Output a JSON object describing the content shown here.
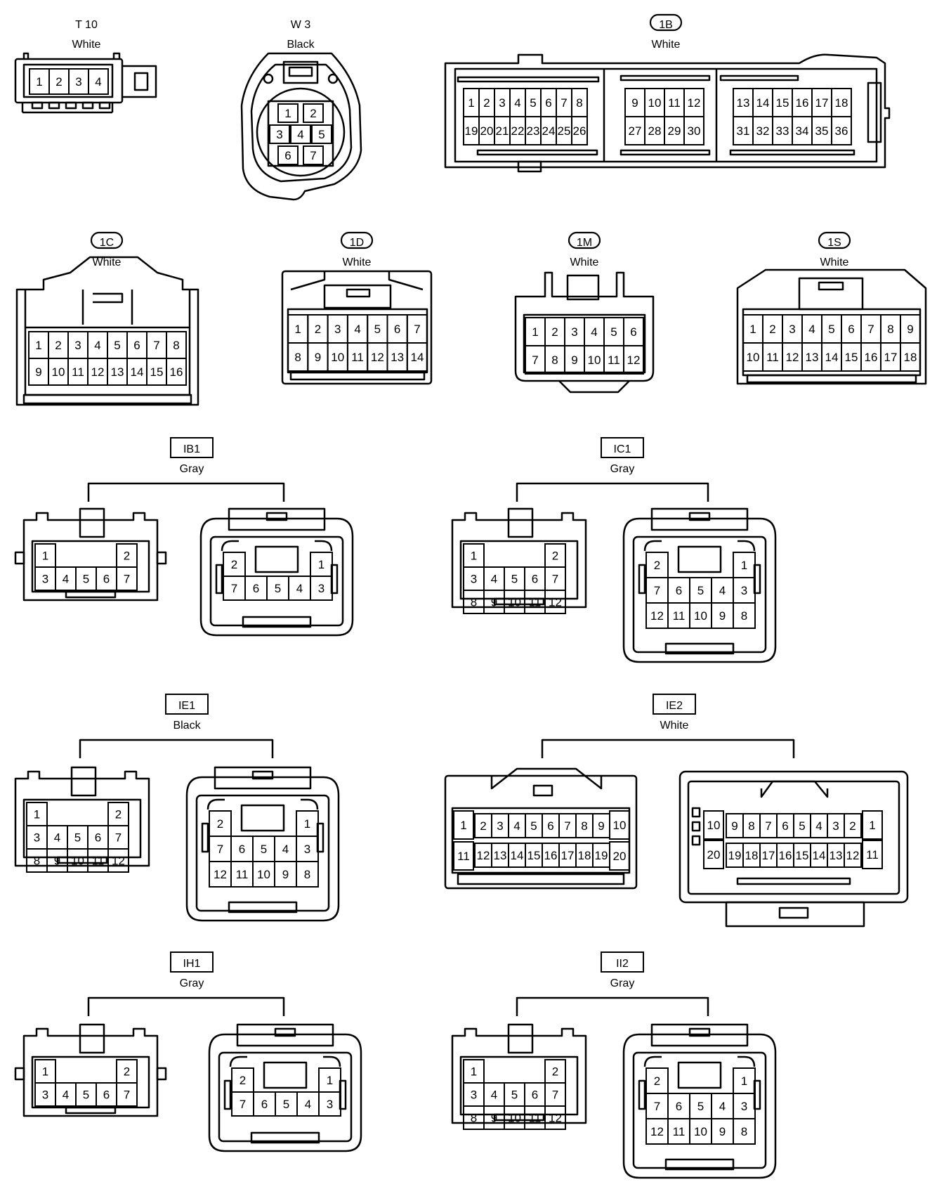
{
  "connectors": [
    {
      "id": "t10",
      "code": "T 10",
      "code_style": "plain",
      "color": "White",
      "rows": [
        [
          "1",
          "2",
          "3",
          "4"
        ]
      ]
    },
    {
      "id": "w3",
      "code": "W 3",
      "code_style": "plain",
      "color": "Black",
      "rows": [
        [
          "1",
          "2"
        ],
        [
          "3",
          "4",
          "5"
        ],
        [
          "6",
          "7"
        ]
      ]
    },
    {
      "id": "1b",
      "code": "1B",
      "code_style": "pill",
      "color": "White",
      "groups": [
        [
          [
            "1",
            "2",
            "3",
            "4",
            "5",
            "6",
            "7",
            "8"
          ],
          [
            "19",
            "20",
            "21",
            "22",
            "23",
            "24",
            "25",
            "26"
          ]
        ],
        [
          [
            "9",
            "10",
            "11",
            "12"
          ],
          [
            "27",
            "28",
            "29",
            "30"
          ]
        ],
        [
          [
            "13",
            "14",
            "15",
            "16",
            "17",
            "18"
          ],
          [
            "31",
            "32",
            "33",
            "34",
            "35",
            "36"
          ]
        ]
      ]
    },
    {
      "id": "1c",
      "code": "1C",
      "code_style": "pill",
      "color": "White",
      "rows": [
        [
          "1",
          "2",
          "3",
          "4",
          "5",
          "6",
          "7",
          "8"
        ],
        [
          "9",
          "10",
          "11",
          "12",
          "13",
          "14",
          "15",
          "16"
        ]
      ]
    },
    {
      "id": "1d",
      "code": "1D",
      "code_style": "pill",
      "color": "White",
      "rows": [
        [
          "1",
          "2",
          "3",
          "4",
          "5",
          "6",
          "7"
        ],
        [
          "8",
          "9",
          "10",
          "11",
          "12",
          "13",
          "14"
        ]
      ]
    },
    {
      "id": "1m",
      "code": "1M",
      "code_style": "pill",
      "color": "White",
      "rows": [
        [
          "1",
          "2",
          "3",
          "4",
          "5",
          "6"
        ],
        [
          "7",
          "8",
          "9",
          "10",
          "11",
          "12"
        ]
      ]
    },
    {
      "id": "1s",
      "code": "1S",
      "code_style": "pill",
      "color": "White",
      "rows": [
        [
          "1",
          "2",
          "3",
          "4",
          "5",
          "6",
          "7",
          "8",
          "9"
        ],
        [
          "10",
          "11",
          "12",
          "13",
          "14",
          "15",
          "16",
          "17",
          "18"
        ]
      ]
    },
    {
      "id": "ib1",
      "code": "IB1",
      "code_style": "box",
      "color": "Gray",
      "male": [
        [
          "1",
          "",
          "",
          "",
          "2"
        ],
        [
          "3",
          "4",
          "5",
          "6",
          "7"
        ]
      ],
      "female": [
        [
          "2",
          "",
          "",
          "",
          "1"
        ],
        [
          "7",
          "6",
          "5",
          "4",
          "3"
        ]
      ]
    },
    {
      "id": "ic1",
      "code": "IC1",
      "code_style": "box",
      "color": "Gray",
      "male": [
        [
          "1",
          "",
          "",
          "",
          "2"
        ],
        [
          "3",
          "4",
          "5",
          "6",
          "7"
        ],
        [
          "8",
          "9",
          "10",
          "11",
          "12"
        ]
      ],
      "female": [
        [
          "2",
          "",
          "",
          "",
          "1"
        ],
        [
          "7",
          "6",
          "5",
          "4",
          "3"
        ],
        [
          "12",
          "11",
          "10",
          "9",
          "8"
        ]
      ]
    },
    {
      "id": "ie1",
      "code": "IE1",
      "code_style": "box",
      "color": "Black",
      "male": [
        [
          "1",
          "",
          "",
          "",
          "2"
        ],
        [
          "3",
          "4",
          "5",
          "6",
          "7"
        ],
        [
          "8",
          "9",
          "10",
          "11",
          "12"
        ]
      ],
      "female": [
        [
          "2",
          "",
          "",
          "",
          "1"
        ],
        [
          "7",
          "6",
          "5",
          "4",
          "3"
        ],
        [
          "12",
          "11",
          "10",
          "9",
          "8"
        ]
      ]
    },
    {
      "id": "ie2",
      "code": "IE2",
      "code_style": "box",
      "color": "White",
      "male": {
        "left": [
          "1",
          "11"
        ],
        "mid": [
          [
            "2",
            "3",
            "4",
            "5",
            "6",
            "7",
            "8",
            "9"
          ],
          [
            "12",
            "13",
            "14",
            "15",
            "16",
            "17",
            "18",
            "19"
          ]
        ],
        "right": [
          "10",
          "20"
        ]
      },
      "female": {
        "left": [
          "10",
          "20"
        ],
        "mid": [
          [
            "9",
            "8",
            "7",
            "6",
            "5",
            "4",
            "3",
            "2"
          ],
          [
            "19",
            "18",
            "17",
            "16",
            "15",
            "14",
            "13",
            "12"
          ]
        ],
        "right": [
          "1",
          "11"
        ]
      }
    },
    {
      "id": "ih1",
      "code": "IH1",
      "code_style": "box",
      "color": "Gray",
      "male": [
        [
          "1",
          "",
          "",
          "",
          "2"
        ],
        [
          "3",
          "4",
          "5",
          "6",
          "7"
        ]
      ],
      "female": [
        [
          "2",
          "",
          "",
          "",
          "1"
        ],
        [
          "7",
          "6",
          "5",
          "4",
          "3"
        ]
      ]
    },
    {
      "id": "ii2",
      "code": "II2",
      "code_style": "box",
      "color": "Gray",
      "male": [
        [
          "1",
          "",
          "",
          "",
          "2"
        ],
        [
          "3",
          "4",
          "5",
          "6",
          "7"
        ],
        [
          "8",
          "9",
          "10",
          "11",
          "12"
        ]
      ],
      "female": [
        [
          "2",
          "",
          "",
          "",
          "1"
        ],
        [
          "7",
          "6",
          "5",
          "4",
          "3"
        ],
        [
          "12",
          "11",
          "10",
          "9",
          "8"
        ]
      ]
    }
  ]
}
